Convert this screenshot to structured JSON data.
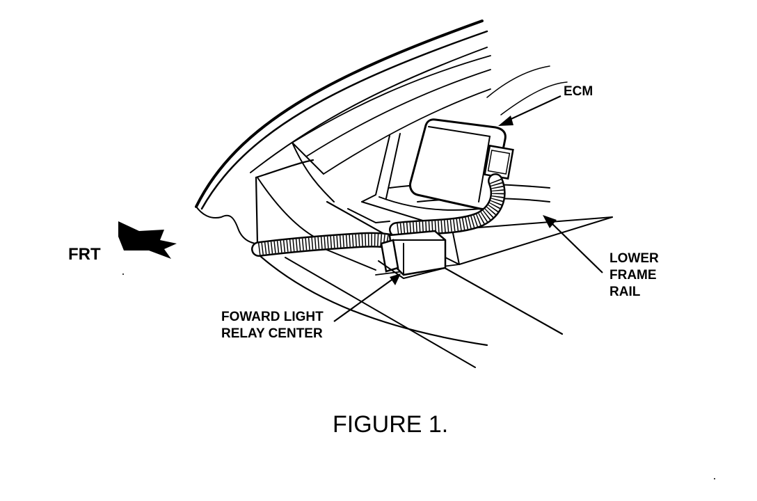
{
  "labels": {
    "ecm": "ECM",
    "frt": "FRT",
    "lower_frame_rail": [
      "LOWER",
      "FRAME",
      "RAIL"
    ],
    "forward_light_relay_center": [
      "FOWARD LIGHT",
      "RELAY CENTER"
    ]
  },
  "caption": "FIGURE 1.",
  "colors": {
    "ink": "#000000",
    "paper": "#ffffff"
  }
}
